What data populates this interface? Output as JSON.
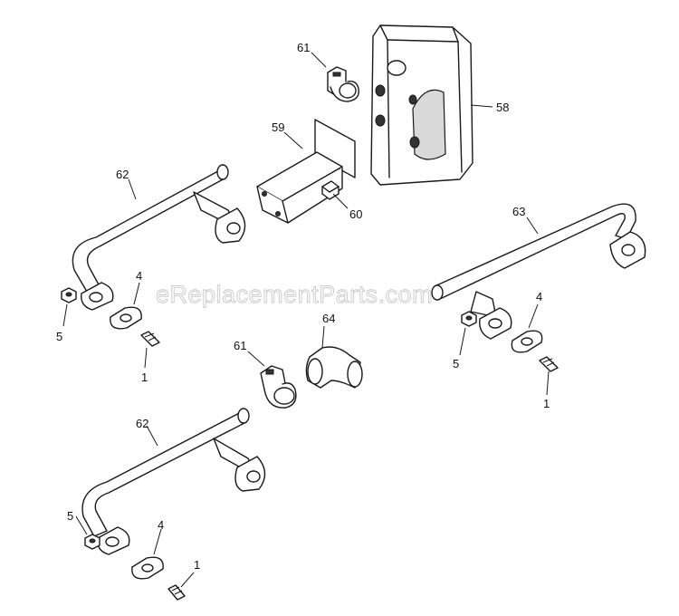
{
  "watermark": "eReplacementParts.com",
  "callouts": {
    "c61a": "61",
    "c58": "58",
    "c59": "59",
    "c60": "60",
    "c62a": "62",
    "c63": "63",
    "c4a": "4",
    "c5a": "5",
    "c1a": "1",
    "c64": "64",
    "c61b": "61",
    "c4b": "4",
    "c5b": "5",
    "c1b": "1",
    "c62b": "62",
    "c5c": "5",
    "c4c": "4",
    "c1c": "1"
  }
}
